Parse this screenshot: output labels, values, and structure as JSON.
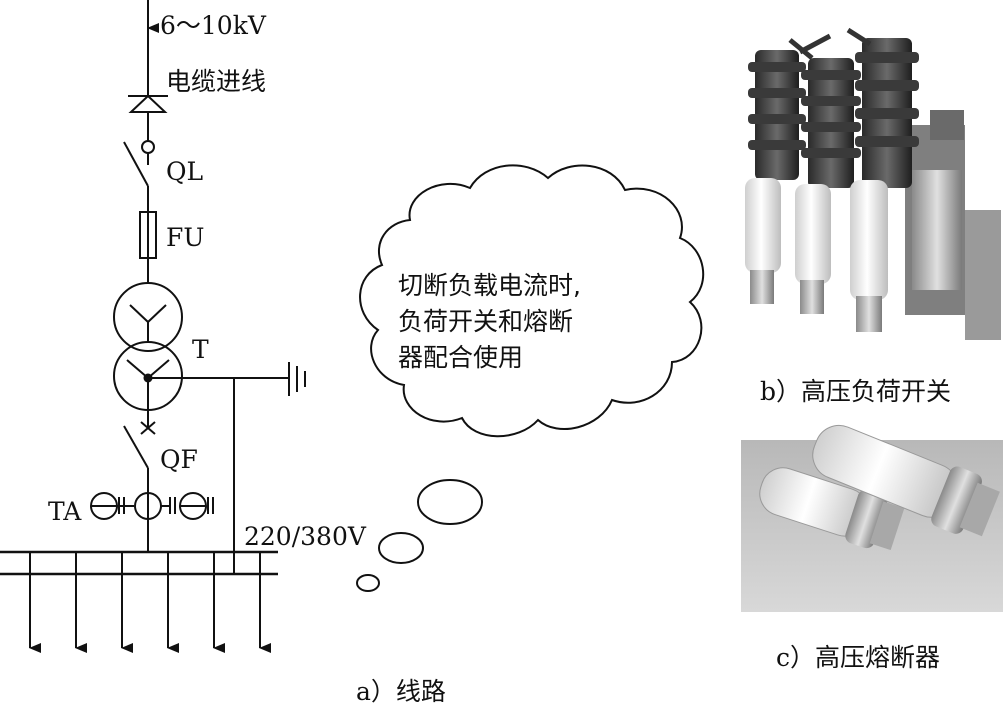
{
  "labels": {
    "voltage_in": "6～10kV",
    "cable_in": "电缆进线",
    "ql": "QL",
    "fu": "FU",
    "t": "T",
    "qf": "QF",
    "ta": "TA",
    "voltage_out": "220/380V"
  },
  "callout": {
    "line1": "切断负载电流时,",
    "line2": "负荷开关和熔断",
    "line3": "器配合使用"
  },
  "captions": {
    "a": "a）线路",
    "b": "b）高压负荷开关",
    "c": "c）高压熔断器"
  }
}
